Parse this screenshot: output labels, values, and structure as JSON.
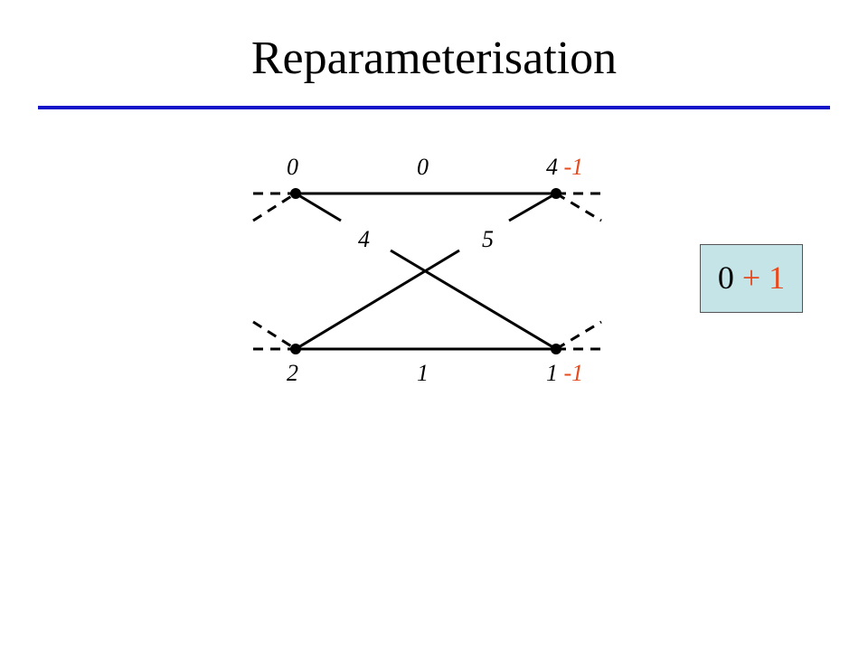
{
  "title": "Reparameterisation",
  "colors": {
    "rule": "#1414c8",
    "accent": "#e8491d",
    "box_bg": "#c4e4e8"
  },
  "nodes": {
    "top_left": {
      "label": "0"
    },
    "top_right": {
      "label": "4",
      "delta": "-1"
    },
    "bottom_left": {
      "label": "2"
    },
    "bottom_right": {
      "label": "1",
      "delta": "-1"
    }
  },
  "edges": {
    "top": "0",
    "bottom": "1",
    "diag_tl_br": "4",
    "diag_bl_tr": "5"
  },
  "sum_box": {
    "base": "0",
    "op": "+",
    "add": "1"
  }
}
